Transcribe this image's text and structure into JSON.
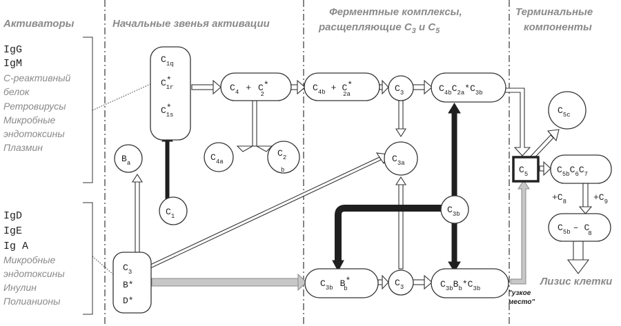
{
  "headers": {
    "activators": "Активаторы",
    "initial": "Начальные звенья активации",
    "enzymes_l1": "Ферментные комплексы,",
    "enzymes_l2": "расщепляющие С",
    "enzymes_sub3": "3",
    "enzymes_and": " и С",
    "enzymes_sub5": "5",
    "terminal_l1": "Терминальные",
    "terminal_l2": "компоненты"
  },
  "activators_top": {
    "igs": [
      "IgG",
      "IgM"
    ],
    "items": [
      "С-реактивный",
      "белок",
      "Ретровирусы",
      "Микробные",
      "эндотоксины",
      "Плазмин"
    ]
  },
  "activators_bottom": {
    "igs": [
      "IgD",
      "IgE",
      "Ig A"
    ],
    "items": [
      "Микробные",
      "эндотоксины",
      "Инулин",
      "Полианионы"
    ]
  },
  "nodes": {
    "c1q": {
      "m": "C",
      "s": "1q"
    },
    "c1r": {
      "m": "C",
      "star": "*",
      "s": "1r"
    },
    "c1s": {
      "m": "C",
      "star": "*",
      "s": "1s"
    },
    "c1": {
      "m": "C",
      "s": "1"
    },
    "ba": {
      "m": "B",
      "s": "a"
    },
    "alt_c3": "C",
    "alt_c3_sub": "3",
    "alt_b": "B*",
    "alt_d": "D*",
    "c4c2": {
      "m1": "C",
      "s1": "4",
      "plus": "+",
      "m2": "C",
      "star": "*",
      "s2": "2"
    },
    "c4a": {
      "m": "C",
      "s": "4a"
    },
    "c2b": {
      "m": "C",
      "s1": "2",
      "s2": "b"
    },
    "c4b2a": {
      "m1": "C",
      "s1": "4b",
      "plus": "+",
      "m2": "C",
      "star": "*",
      "s2": "2a"
    },
    "c3_top": {
      "m": "C",
      "s": "3"
    },
    "c3conv_top": {
      "m1": "C",
      "s1": "4b",
      "m2": "C",
      "s2": "2a",
      "star": "*",
      "m3": "C",
      "s3": "3b"
    },
    "c3a": {
      "m": "C",
      "s": "3a"
    },
    "c3b_mid": {
      "m": "C",
      "s": "3b"
    },
    "c3bbb": {
      "m1": "C",
      "s1": "3b",
      "m2": "B",
      "star": "*",
      "s2": "b"
    },
    "c3_bot": {
      "m": "C",
      "s": "3"
    },
    "c3conv_bot": {
      "m1": "C",
      "s1": "3b",
      "m2": "B",
      "s2": "b",
      "star": "*",
      "m3": "C",
      "s3": "3b"
    },
    "c5c": {
      "m": "C",
      "s": "5c"
    },
    "c5": {
      "m": "C",
      "s": "5"
    },
    "c5b67": {
      "m1": "C",
      "s1": "5b",
      "m2": "C",
      "s2": "6",
      "m3": "C",
      "s3": "7"
    },
    "c8_label": {
      "plus": "+C",
      "s": "8"
    },
    "c9_label": {
      "plus": "+C",
      "s": "9"
    },
    "c5b_8": {
      "m1": "C",
      "s1": "5b",
      "dash": "–",
      "m2": "C",
      "s2": "8"
    }
  },
  "lysis": "Лизис клетки",
  "bottleneck_l1": "\"узкое",
  "bottleneck_l2": "место\""
}
